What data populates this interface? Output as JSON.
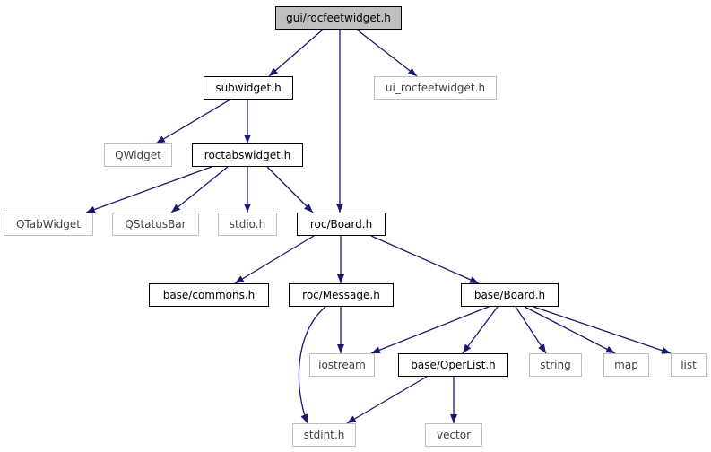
{
  "colors": {
    "edge": "#191970",
    "root_fill": "#bfbfbf",
    "project_border": "#000000",
    "external_border": "#bfbfbf"
  },
  "nodes": {
    "root": {
      "label": "gui/rocfeetwidget.h",
      "kind": "root"
    },
    "subwidget": {
      "label": "subwidget.h",
      "kind": "project"
    },
    "ui_rocfeetwidget": {
      "label": "ui_rocfeetwidget.h",
      "kind": "external"
    },
    "qwidget": {
      "label": "QWidget",
      "kind": "external"
    },
    "roctabswidget": {
      "label": "roctabswidget.h",
      "kind": "project"
    },
    "qtabwidget": {
      "label": "QTabWidget",
      "kind": "external"
    },
    "qstatusbar": {
      "label": "QStatusBar",
      "kind": "external"
    },
    "stdio": {
      "label": "stdio.h",
      "kind": "external"
    },
    "roc_board": {
      "label": "roc/Board.h",
      "kind": "project"
    },
    "base_commons": {
      "label": "base/commons.h",
      "kind": "project"
    },
    "roc_message": {
      "label": "roc/Message.h",
      "kind": "project"
    },
    "base_board": {
      "label": "base/Board.h",
      "kind": "project"
    },
    "iostream": {
      "label": "iostream",
      "kind": "external"
    },
    "base_operlist": {
      "label": "base/OperList.h",
      "kind": "project"
    },
    "string": {
      "label": "string",
      "kind": "external"
    },
    "map": {
      "label": "map",
      "kind": "external"
    },
    "list": {
      "label": "list",
      "kind": "external"
    },
    "stdint": {
      "label": "stdint.h",
      "kind": "external"
    },
    "vector": {
      "label": "vector",
      "kind": "external"
    }
  },
  "edges": [
    [
      "root",
      "subwidget"
    ],
    [
      "root",
      "ui_rocfeetwidget"
    ],
    [
      "root",
      "roc_board"
    ],
    [
      "subwidget",
      "qwidget"
    ],
    [
      "subwidget",
      "roctabswidget"
    ],
    [
      "roctabswidget",
      "qtabwidget"
    ],
    [
      "roctabswidget",
      "qstatusbar"
    ],
    [
      "roctabswidget",
      "stdio"
    ],
    [
      "roctabswidget",
      "roc_board"
    ],
    [
      "roc_board",
      "base_commons"
    ],
    [
      "roc_board",
      "roc_message"
    ],
    [
      "roc_board",
      "base_board"
    ],
    [
      "roc_message",
      "iostream"
    ],
    [
      "roc_message",
      "stdint"
    ],
    [
      "base_board",
      "iostream"
    ],
    [
      "base_board",
      "base_operlist"
    ],
    [
      "base_board",
      "string"
    ],
    [
      "base_board",
      "map"
    ],
    [
      "base_board",
      "list"
    ],
    [
      "base_operlist",
      "stdint"
    ],
    [
      "base_operlist",
      "vector"
    ]
  ]
}
